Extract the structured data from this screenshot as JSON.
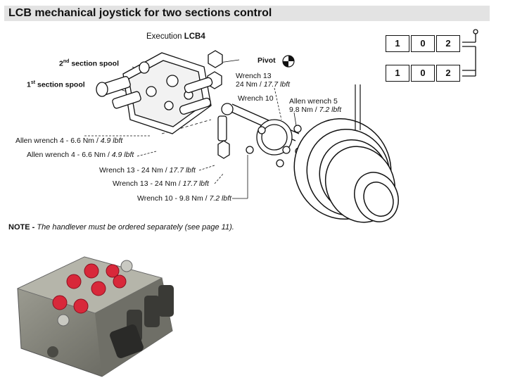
{
  "title": "LCB mechanical joystick for two sections control",
  "execution": {
    "prefix": "Execution ",
    "code": "LCB4"
  },
  "labels": {
    "second_spool_sup": "nd",
    "second_spool_pre": "2",
    "second_spool_post": " section spool",
    "first_spool_sup": "st",
    "first_spool_pre": "1",
    "first_spool_post": " section spool",
    "pivot": "Pivot",
    "wrench13_top_a": "Wrench 13",
    "wrench13_top_b": "24 Nm / ",
    "wrench13_top_b_unit": "17.7 lbft",
    "wrench10_top": "Wrench 10",
    "allen5_a": "Allen wrench 5",
    "allen5_b": "9.8 Nm / ",
    "allen5_b_unit": "7.2 lbft",
    "allen4_1": "Allen wrench 4 - 6.6 Nm / ",
    "allen4_1_unit": "4.9 lbft",
    "allen4_2": "Allen wrench 4 - 6.6 Nm / ",
    "allen4_2_unit": "4.9 lbft",
    "wrench13_b1": "Wrench 13 - 24 Nm / ",
    "wrench13_b1_unit": "17.7 lbft",
    "wrench13_b2": "Wrench 13 - 24 Nm / ",
    "wrench13_b2_unit": "17.7 lbft",
    "wrench10_b": "Wrench 10 - 9.8 Nm / ",
    "wrench10_b_unit": "7.2 lbft"
  },
  "note": {
    "prefix": "NOTE - ",
    "text": "The handlever must be ordered separately (see page 11)."
  },
  "schematic": {
    "row1": [
      "1",
      "0",
      "2"
    ],
    "row2": [
      "1",
      "0",
      "2"
    ]
  },
  "colors": {
    "title_bg": "#e3e3e3",
    "valve_body": "#8a8a80",
    "port_caps": "#d8283a"
  }
}
